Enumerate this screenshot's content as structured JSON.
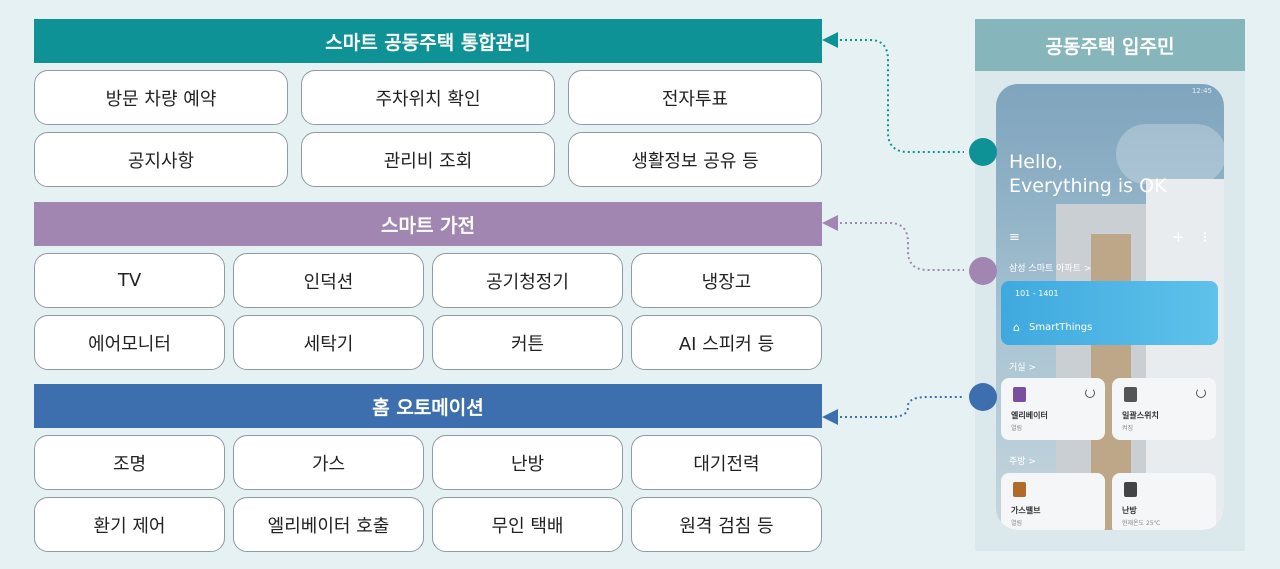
{
  "sections": [
    {
      "title": "스마트 공동주택 통합관리",
      "color": "#0f9296",
      "items": [
        "방문 차량 예약",
        "주차위치 확인",
        "전자투표",
        "공지사항",
        "관리비 조회",
        "생활정보 공유 등"
      ]
    },
    {
      "title": "스마트 가전",
      "color": "#a086b0",
      "items": [
        "TV",
        "인덕션",
        "공기청정기",
        "냉장고",
        "에어모니터",
        "세탁기",
        "커튼",
        "AI 스피커 등"
      ]
    },
    {
      "title": "홈 오토메이션",
      "color": "#3d6fae",
      "items": [
        "조명",
        "가스",
        "난방",
        "대기전력",
        "환기 제어",
        "엘리베이터 호출",
        "무인 택배",
        "원격 검침 등"
      ]
    }
  ],
  "panel": {
    "title": "공동주택 입주민",
    "header_color": "#86b6bc"
  },
  "phone": {
    "time": "12:45",
    "greeting_line1": "Hello,",
    "greeting_line2": "Everything is OK",
    "menu_icon": "hamburger-icon",
    "add_icon": "plus-icon",
    "more_icon": "more-vertical-icon",
    "home_name": "삼성 스마트 아파트 >",
    "card_unit": "101 - 1401",
    "card_brand": "SmartThings",
    "room1": "거실 >",
    "room2": "주방 >",
    "devices": [
      {
        "name": "엘리베이터",
        "status": "열림",
        "icon_color": "#7b4fa0"
      },
      {
        "name": "일괄스위치",
        "status": "켜짐",
        "icon_color": "#555555"
      },
      {
        "name": "가스밸브",
        "status": "열림",
        "icon_color": "#b06a2a"
      },
      {
        "name": "난방",
        "status": "현재온도 25℃",
        "icon_color": "#444444"
      }
    ]
  }
}
